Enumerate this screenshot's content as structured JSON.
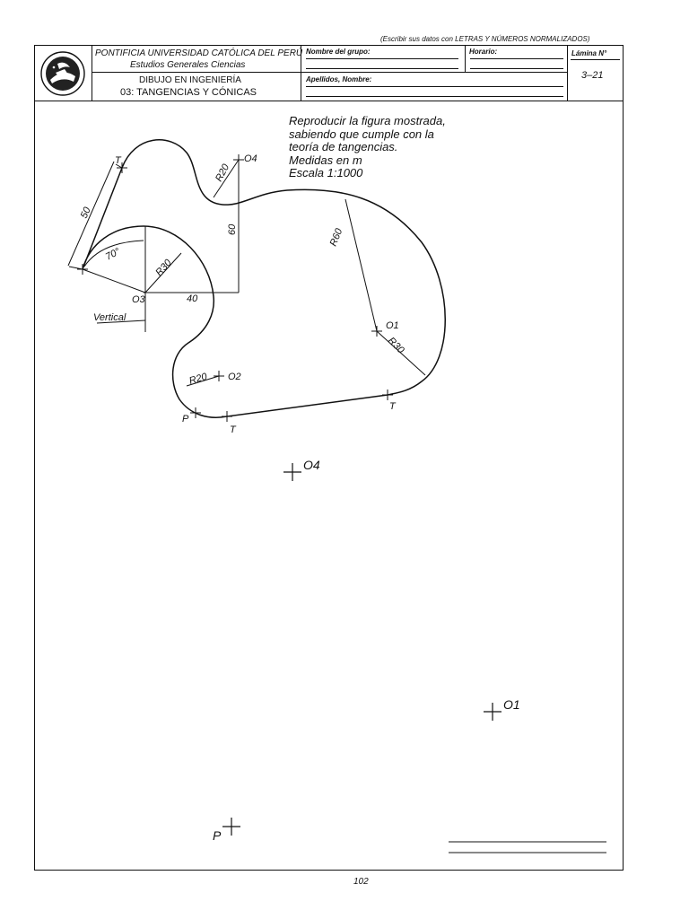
{
  "note_top": "(Escribir sus datos con LETRAS Y NÚMEROS NORMALIZADOS)",
  "header": {
    "university": "PONTIFICIA UNIVERSIDAD CATÓLICA DEL PERÚ",
    "faculty": "Estudios Generales Ciencias",
    "course": "DIBUJO EN INGENIERÍA",
    "topic": "03: TANGENCIAS Y CÓNICAS",
    "group_label": "Nombre del grupo:",
    "schedule_label": "Horario:",
    "sheet_label": "Lámina N°",
    "sheet_number": "3–21",
    "names_label": "Apellidos, Nombre:",
    "logo_icon": "university-seal-icon"
  },
  "instructions": [
    "Reproducir la figura mostrada,",
    "sabiendo que cumple con la",
    "teoría de tangencias.",
    "Medidas en m",
    "Escala 1:1000"
  ],
  "figure_labels": {
    "t_top": "T",
    "o4": "O4",
    "r20_top": "R20",
    "dim_50": "50",
    "dim_60": "60",
    "r60": "R60",
    "angle_70": "70°",
    "r30_left": "R30",
    "o3": "O3",
    "dim_40": "40",
    "vertical": "Vertical",
    "o1": "O1",
    "r30_right": "R30",
    "r20_bottom": "R20",
    "o2": "O2",
    "p": "P",
    "t_bottom_left": "T",
    "t_bottom_right": "T"
  },
  "work_points": {
    "o4": "O4",
    "o1": "O1",
    "p": "P"
  },
  "page_number": "102"
}
